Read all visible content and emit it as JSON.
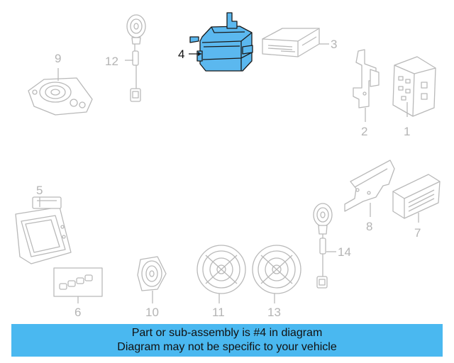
{
  "diagram": {
    "highlighted_part": "4",
    "highlight_color": "#5bb8ef",
    "callouts": {
      "p1": "1",
      "p2": "2",
      "p3": "3",
      "p4": "4",
      "p5": "5",
      "p6": "6",
      "p7": "7",
      "p8": "8",
      "p9": "9",
      "p10": "10",
      "p11": "11",
      "p12": "12",
      "p13": "13",
      "p14": "14"
    }
  },
  "banner": {
    "line1": "Part or sub-assembly is #4 in diagram",
    "line2": "Diagram may not be specific to your vehicle",
    "color": "#4ab8f0"
  }
}
